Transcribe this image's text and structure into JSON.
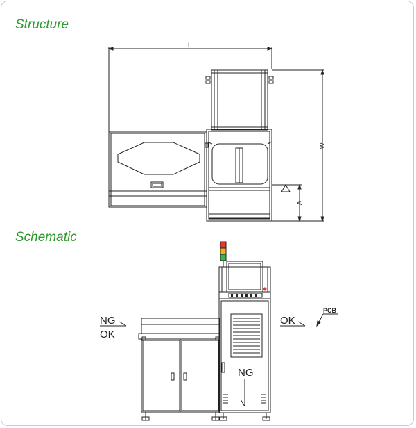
{
  "sections": {
    "structure_title": "Structure",
    "schematic_title": "Schematic"
  },
  "dimensions": {
    "length": "L",
    "width": "W",
    "height": "A"
  },
  "schematic": {
    "ng_in": "NG",
    "ok_in": "OK",
    "ok_out": "OK",
    "pcb": "PCB",
    "ng_down": "NG"
  },
  "colors": {
    "title": "#2f9a2f",
    "beacon_red": "#e03a2f",
    "beacon_yellow": "#f2b01e",
    "beacon_green": "#3db34a",
    "line": "#222222"
  }
}
